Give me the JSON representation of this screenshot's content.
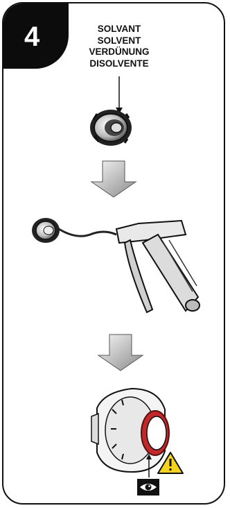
{
  "step": {
    "number": "4"
  },
  "labels": [
    "SOLVANT",
    "SOLVENT",
    "VERDÜNUNG",
    "DISOLVENTE"
  ],
  "colors": {
    "frame": "#111111",
    "badge": "#0c0c0c",
    "arrow_light": "#f2f2f2",
    "arrow_dark": "#8a8a8a",
    "seal": "#c0282a",
    "warning": "#f5d21c"
  },
  "icons": [
    "nozzle-cap-icon",
    "down-arrow-icon",
    "spray-gun-icon",
    "down-arrow-icon",
    "regulator-fitting-icon",
    "warning-icon",
    "eye-inspect-icon"
  ]
}
